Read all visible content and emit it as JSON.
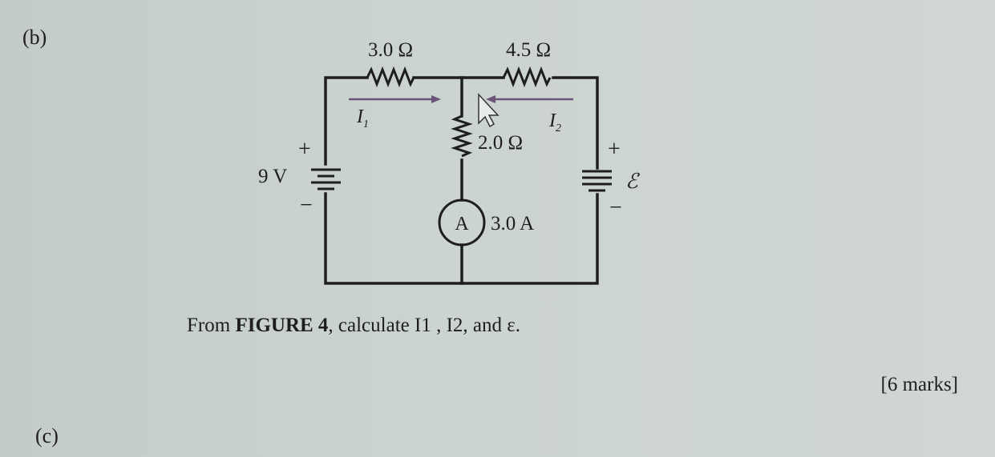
{
  "section_b_label": "(b)",
  "section_c_label": "(c)",
  "figure": {
    "resistor_top_left": "3.0 Ω",
    "resistor_top_right": "4.5 Ω",
    "resistor_middle": "2.0 Ω",
    "current_left": "I",
    "current_left_sub": "1",
    "current_right": "I",
    "current_right_sub": "2",
    "battery_left_voltage": "9 V",
    "battery_right_emf": "ℰ",
    "plus": "+",
    "minus": "−",
    "ammeter_symbol": "A",
    "ammeter_reading": "3.0 A",
    "arrow_color": "#6a5478"
  },
  "question": {
    "prefix": "From ",
    "figure_ref": "FIGURE 4",
    "suffix": ", calculate I1 , I2, and ε."
  },
  "marks": "[6 marks]"
}
